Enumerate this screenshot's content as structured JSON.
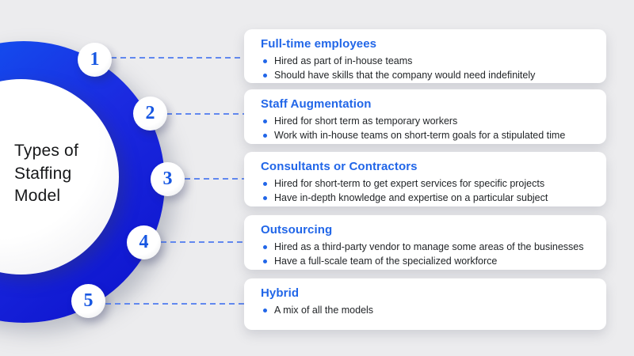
{
  "page": {
    "background": "#ececee",
    "accent_blue": "#2166e8",
    "ring_gradient_start": "#1159f3",
    "ring_gradient_end": "#0d13cd",
    "number_blue": "#1757e2",
    "dash_blue": "#6188ef",
    "text_dark": "#222528"
  },
  "hub": {
    "title": "Types of Staffing Model",
    "title_lines": [
      "Types of",
      "Staffing",
      "Model"
    ]
  },
  "items": [
    {
      "number": "1",
      "title": "Full-time employees",
      "bullets": [
        "Hired as part of in-house teams",
        "Should have skills that the company would need indefinitely"
      ]
    },
    {
      "number": "2",
      "title": "Staff Augmentation",
      "bullets": [
        "Hired for short term as temporary workers",
        "Work with in-house teams on short-term goals for a stipulated time"
      ]
    },
    {
      "number": "3",
      "title": "Consultants or Contractors",
      "bullets": [
        "Hired for short-term to get expert services for specific projects",
        "Have in-depth knowledge and expertise on a particular subject"
      ]
    },
    {
      "number": "4",
      "title": "Outsourcing",
      "bullets": [
        "Hired as a third-party vendor to manage some areas of the businesses",
        "Have a full-scale team of the specialized workforce"
      ]
    },
    {
      "number": "5",
      "title": "Hybrid",
      "bullets": [
        "A mix of all the models"
      ]
    }
  ]
}
